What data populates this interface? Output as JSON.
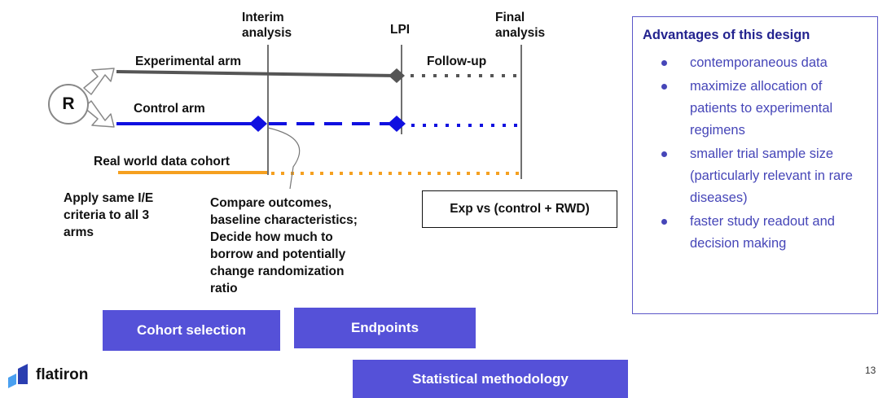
{
  "diagram": {
    "randomization_label": "R",
    "timepoints": {
      "interim": "Interim\nanalysis",
      "lpi": "LPI",
      "final": "Final\nanalysis"
    },
    "arms": {
      "experimental": "Experimental arm",
      "control": "Control arm",
      "rwd": "Real world data cohort",
      "follow_up": "Follow-up"
    },
    "notes": {
      "apply_ie": "Apply same I/E\ncriteria to all 3\narms",
      "compare": "Compare outcomes,\nbaseline characteristics;\nDecide how much to\nborrow and potentially\nchange randomization\nratio",
      "exp_vs": "Exp vs (control + RWD)"
    },
    "colors": {
      "experimental": "#555555",
      "control": "#1010e0",
      "rwd": "#f5a020",
      "accent": "#5551d8"
    }
  },
  "advantages": {
    "title": "Advantages of this design",
    "items": [
      "contemporaneous data",
      "maximize allocation of patients to experimental regimens",
      "smaller trial sample size (particularly relevant in rare diseases)",
      "faster study readout and decision making"
    ]
  },
  "buttons": {
    "cohort_selection": "Cohort selection",
    "endpoints": "Endpoints",
    "statistical_methodology": "Statistical methodology"
  },
  "footer": {
    "logo": "flatiron",
    "page_number": "13"
  }
}
